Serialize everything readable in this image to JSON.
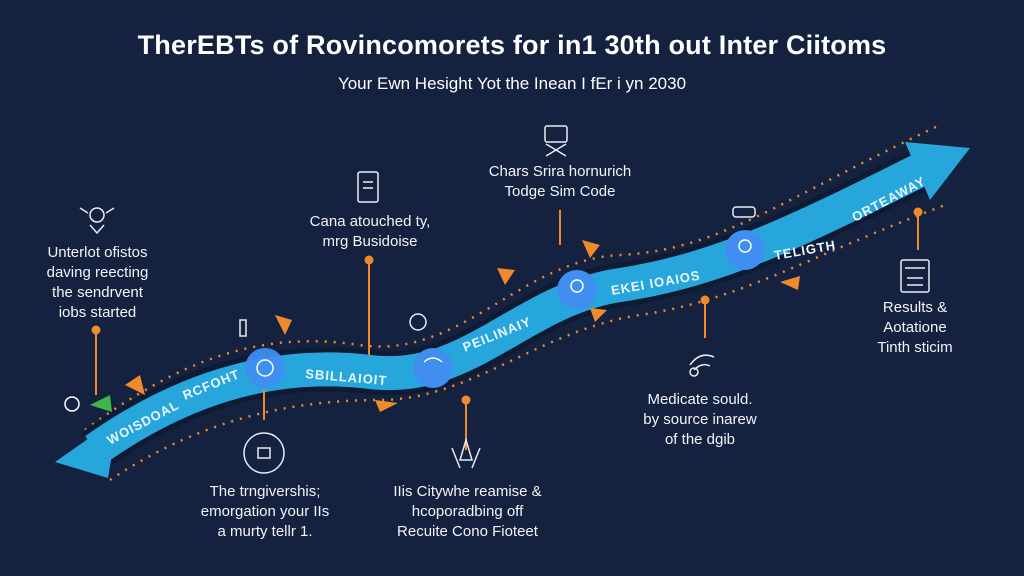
{
  "header": {
    "title": "TherEBTs of Rovincomorets for in1 30th out Inter Ciitoms",
    "subtitle": "Your Ewn Hesight Yot the Inean I fEr i yn 2030"
  },
  "ribbon_labels": [
    "WOISDOAL",
    "RCFOHT",
    "SBILLAIOIT",
    "PEILINAIY",
    "EKEI IOAIOS",
    "TELIGTH",
    "ORTEAWAY"
  ],
  "captions": [
    {
      "lines": [
        "Unterlot ofistos",
        "daving reecting",
        "the sendrvent",
        "iobs started"
      ],
      "icon": "network-icon"
    },
    {
      "lines": [
        "Cana atouched ty,",
        "mrg Busidoise"
      ],
      "icon": "document-icon"
    },
    {
      "lines": [
        "Chars Srira hornurich",
        "Todge Sim Code"
      ],
      "icon": "monitor-icon"
    },
    {
      "lines": [
        "Results &",
        "Aotatione",
        "Tinth sticim"
      ],
      "icon": "calendar-icon"
    },
    {
      "lines": [
        "The trngivershis;",
        "emorgation your IIs",
        "a murty tellr 1."
      ],
      "icon": "circle-badge-icon"
    },
    {
      "lines": [
        "IIis Citywhe reamise &",
        "hcoporadbing off",
        "Recuite Cono Fioteet"
      ],
      "icon": "rocket-icon"
    },
    {
      "lines": [
        "Medicate sould.",
        "by source inarew",
        "of the dgib"
      ],
      "icon": "signal-icon"
    }
  ],
  "colors": {
    "background": "#14213f",
    "ribbon": "#27a6dc",
    "accent": "#f08a2c",
    "node": "#3f8ef0"
  }
}
